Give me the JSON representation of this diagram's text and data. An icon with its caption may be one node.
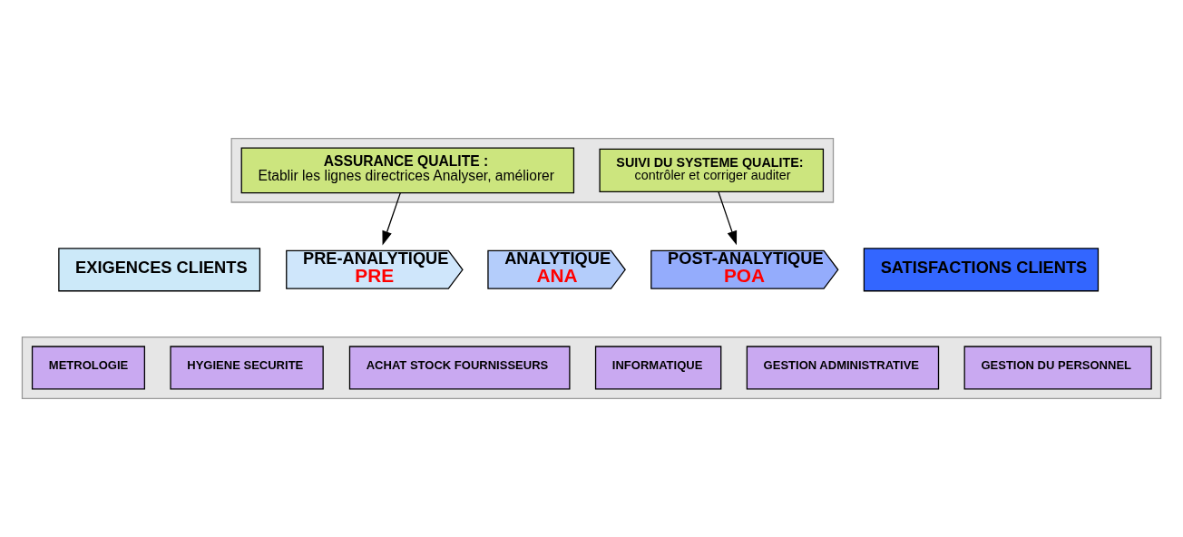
{
  "diagram": {
    "nodes": [
      {
        "text": [],
        "shape": "band"
      },
      {
        "text": [
          "ASSURANCE QUALITE :",
          "Etablir les lignes directrices Analyser, améliorer"
        ],
        "in": 0
      },
      {
        "text": [
          "SUIVI DU SYSTEME QUALITE:",
          "contrôler et corriger auditer"
        ],
        "in": 0
      },
      {
        "text": [
          "EXIGENCES CLIENTS"
        ]
      },
      {
        "text": [
          "PRE-ANALYTIQUE",
          "PRE"
        ]
      },
      {
        "text": [
          "ANALYTIQUE",
          "ANA"
        ]
      },
      {
        "text": [
          "POST-ANALYTIQUE",
          "POA"
        ]
      },
      {
        "text": [
          "SATISFACTIONS CLIENTS"
        ]
      },
      {
        "text": [],
        "shape": "band"
      },
      {
        "text": [
          "HYGIENE SECURITE"
        ],
        "in": 8
      },
      {
        "text": [
          "METROLOGIE"
        ],
        "in": 8
      },
      {
        "text": [
          "INFORMATIQUE"
        ],
        "in": 8
      },
      {
        "text": [
          "ACHAT STOCK FOURNISSEURS"
        ],
        "in": 8
      },
      {
        "text": [
          "GESTION DU PERSONNEL"
        ],
        "in": 8
      },
      {
        "text": [
          "GESTION ADMINISTRATIVE"
        ],
        "in": 8
      }
    ],
    "edges": [
      {
        "from": 1,
        "to": 4,
        "arrow": "to"
      },
      {
        "from": 2,
        "to": 6,
        "arrow": "to"
      }
    ]
  }
}
